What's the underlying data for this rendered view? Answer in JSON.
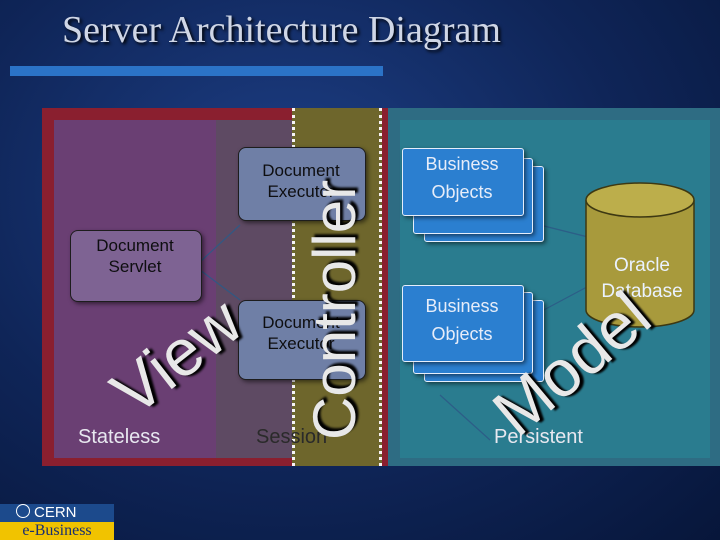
{
  "slide": {
    "title": "Server Architecture Diagram"
  },
  "layers": {
    "view": "View",
    "controller": "Controller",
    "model": "Model"
  },
  "zones": {
    "stateless": "Stateless",
    "session": "Session",
    "persistent": "Persistent"
  },
  "components": {
    "document_servlet": "Document\nServlet",
    "document_executor_top": "Document\nExecutor",
    "document_executor_bottom": "Document\nExecutor",
    "business_objects_top": "Business\nObjects",
    "business_objects_bottom": "Business\nObjects",
    "oracle_database": "Oracle\nDatabase"
  },
  "logo": {
    "line1": "CERN",
    "line2": "e-Business"
  },
  "colors": {
    "background": "#0f2558",
    "outer_panel": "#8a1f2f",
    "view_panel": "#6a3f73",
    "controller_panel": "#6d6a2c",
    "model_panel": "#2a7c8f",
    "business_object": "#2b7fd0",
    "database": "#a89a3c",
    "title_bar": "#2b73c7",
    "logo_yellow": "#f1c300"
  }
}
